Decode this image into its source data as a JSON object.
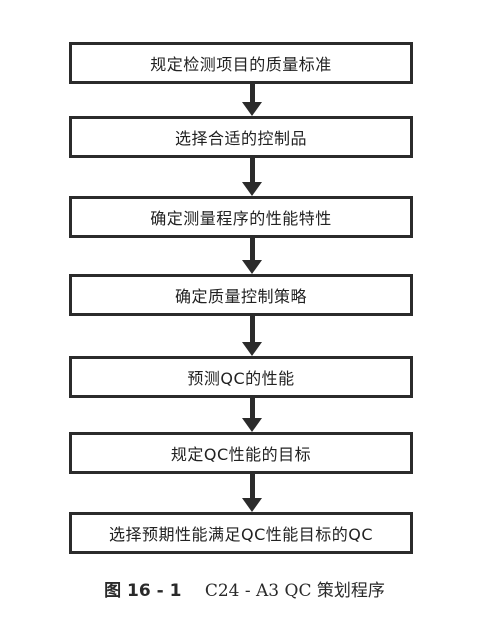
{
  "diagram": {
    "steps": [
      "规定检测项目的质量标准",
      "选择合适的控制品",
      "确定测量程序的性能特性",
      "确定质量控制策略",
      "预测QC的性能",
      "规定QC性能的目标",
      "选择预期性能满足QC性能目标的QC"
    ]
  },
  "caption": {
    "number": "图 16 - 1",
    "title": "C24 - A3 QC 策划程序"
  }
}
